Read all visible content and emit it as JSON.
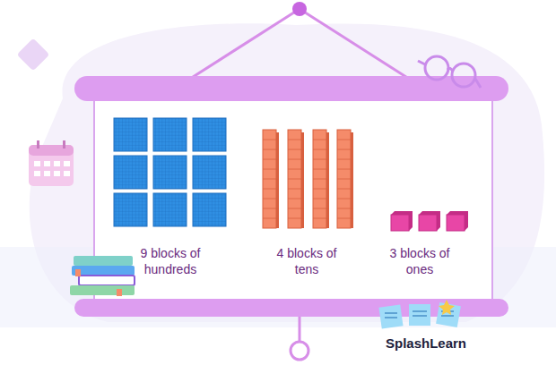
{
  "diagram": {
    "labels": [
      "9 blocks of hundreds",
      "4 blocks of tens",
      "3 blocks of ones",
      "SplashLearn"
    ]
  }
}
